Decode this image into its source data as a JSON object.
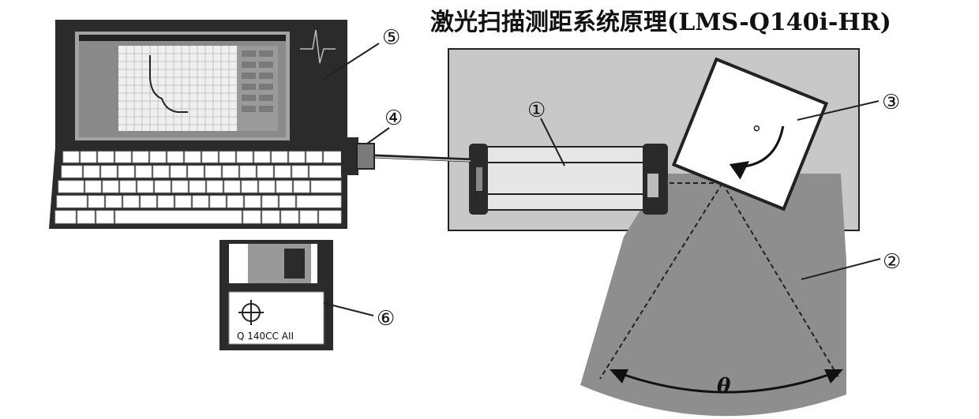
{
  "title": "激光扫描测距系统原理(LMS-Q140i-HR)",
  "labels": {
    "l1": "①",
    "l2": "②",
    "l3": "③",
    "l4": "④",
    "l5": "⑤",
    "l6": "⑥"
  },
  "angle_symbol": "θ",
  "disk_label": "Q 140CC AII",
  "colors": {
    "panel": "#c8c8c8",
    "dark": "#2a2a2a",
    "fan": "#8e8e8e",
    "laptop_case": "#2b2b2b",
    "screen_frame": "#a3a3a3"
  }
}
